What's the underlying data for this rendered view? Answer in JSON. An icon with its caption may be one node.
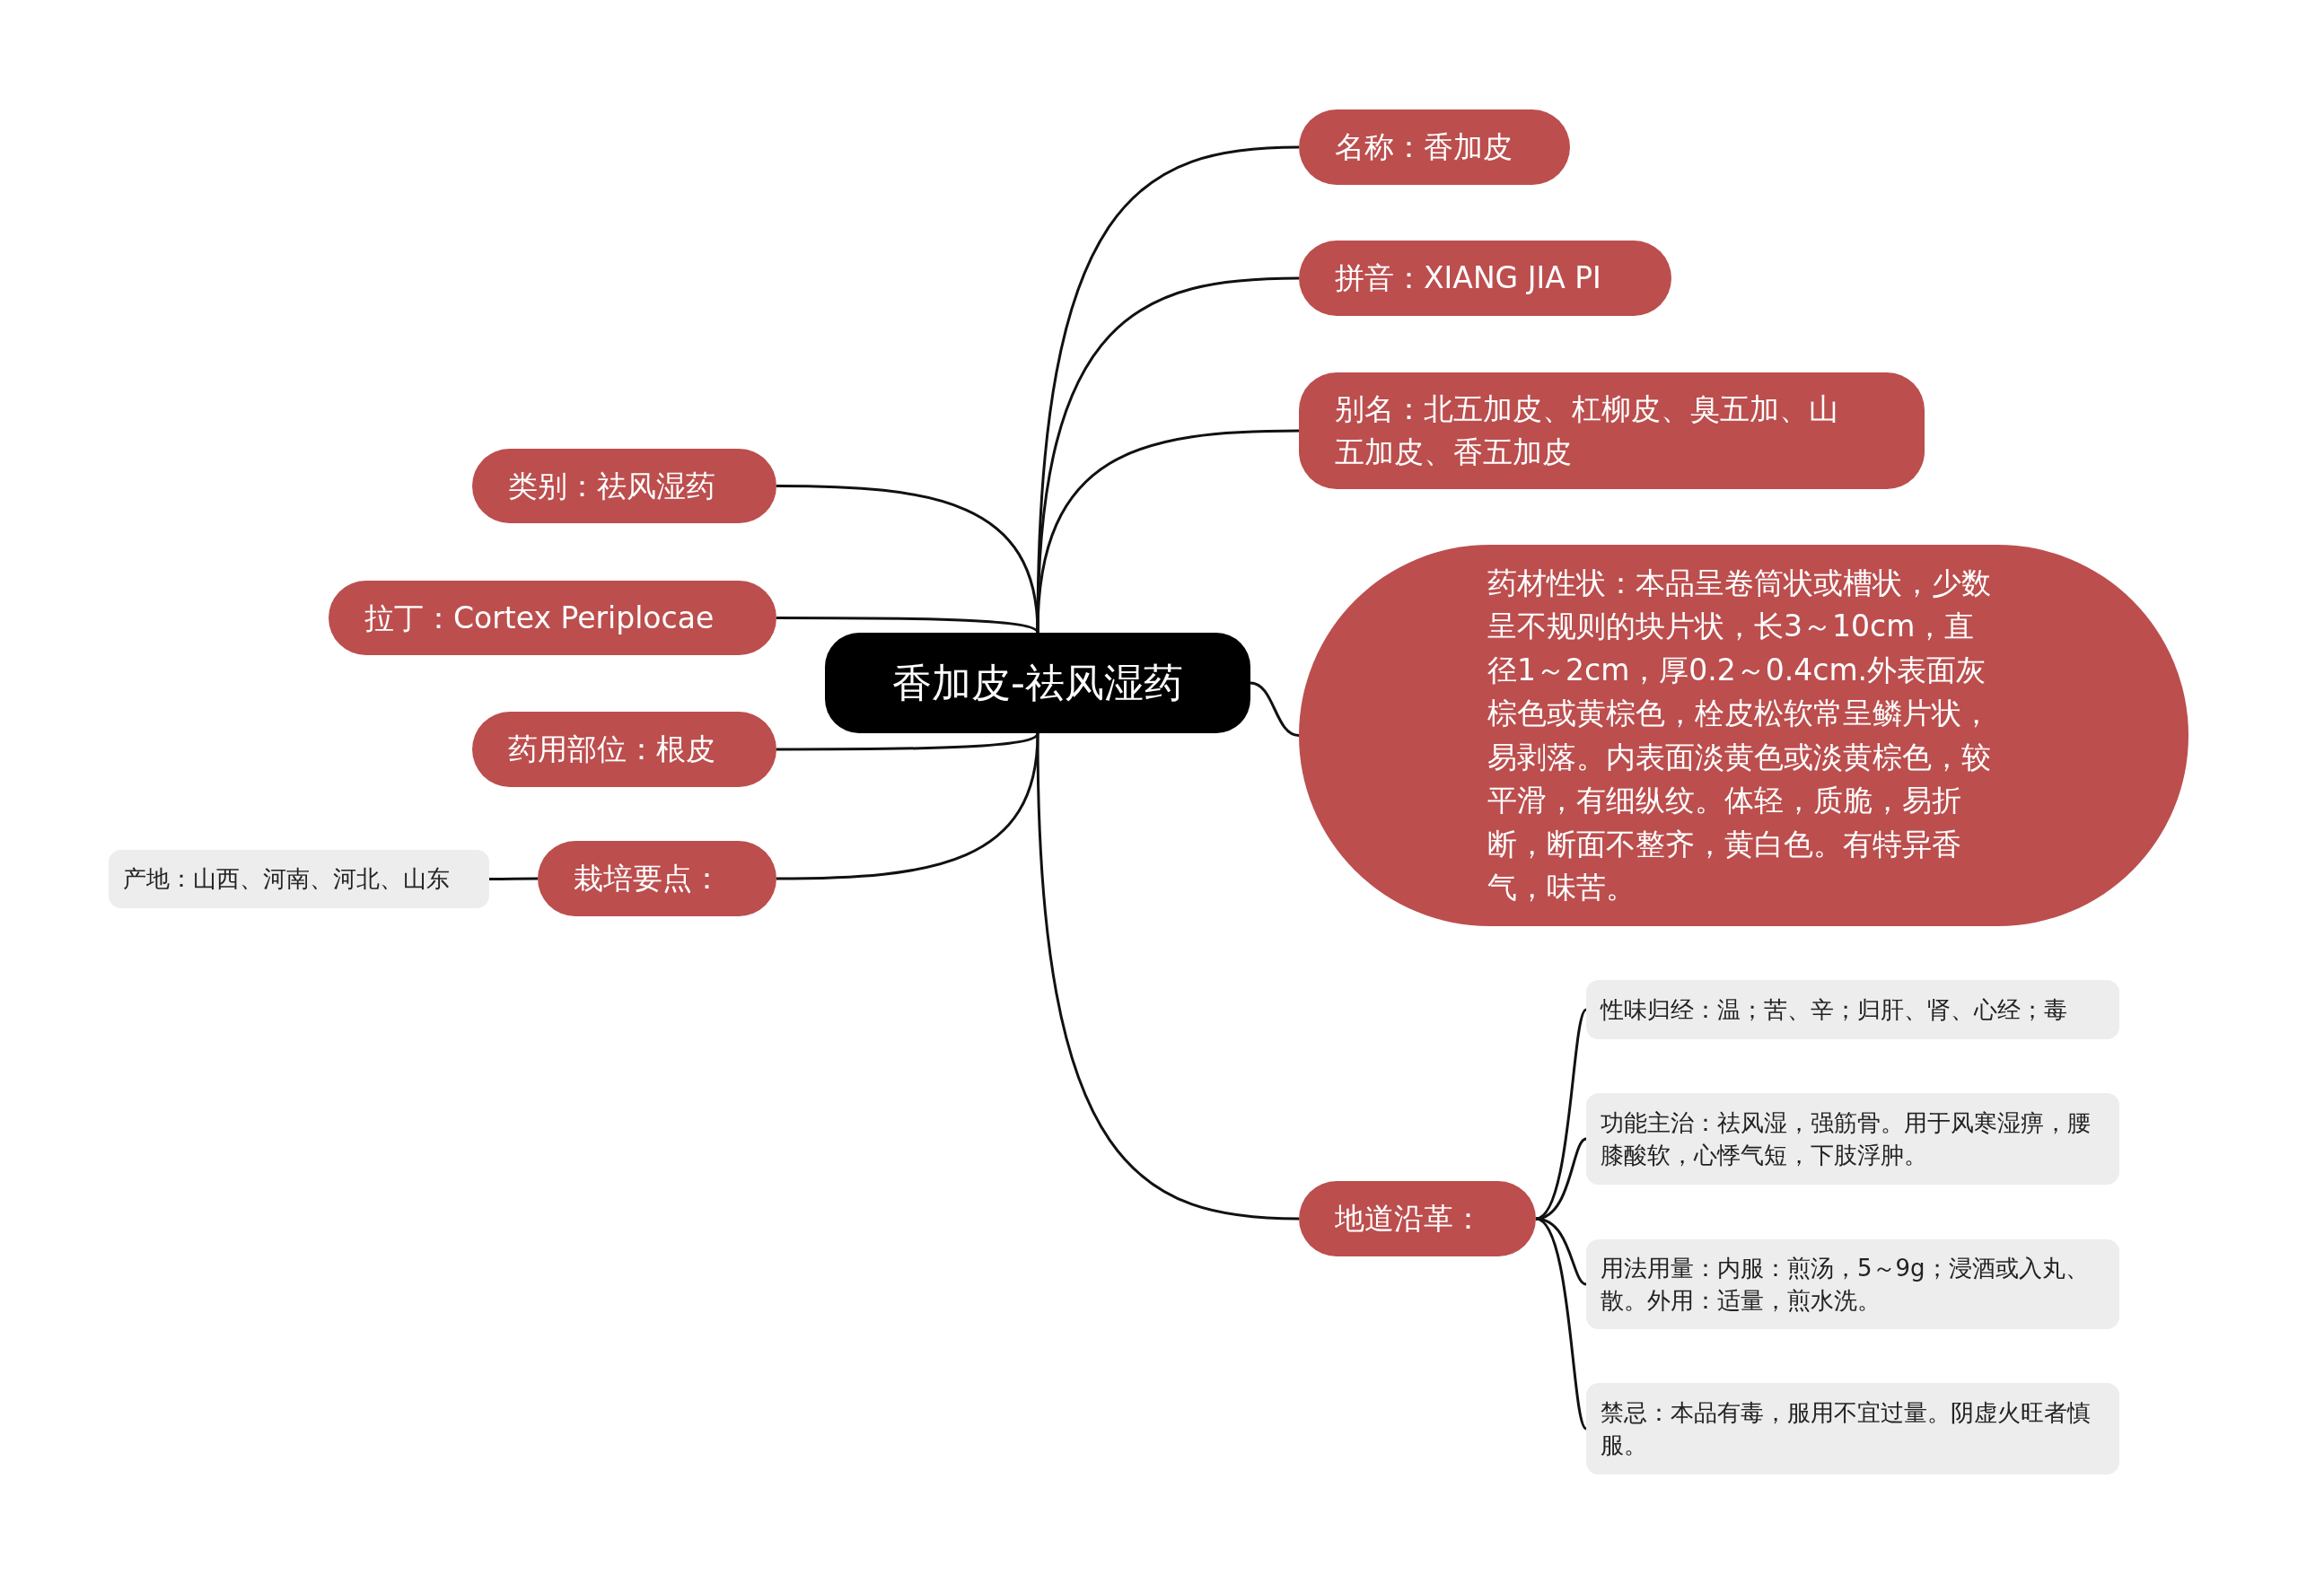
{
  "diagram": {
    "nodes": [
      {
        "text": [
          "香加皮-祛风湿药"
        ]
      },
      {
        "text": [
          "名称：香加皮"
        ]
      },
      {
        "text": [
          "拼音：XIANG JIA PI"
        ]
      },
      {
        "text": [
          "别名：北五加皮、杠柳皮、臭五加、山五加皮、香五加皮"
        ]
      },
      {
        "text": [
          "药材性状：本品呈卷筒状或槽状，少数呈不规则的块片状，长3～10cm，直径1～2cm，厚0.2～0.4cm.外表面灰棕色或黄棕色，栓皮松软常呈鳞片状，易剥落。内表面淡黄色或淡黄棕色，较平滑，有细纵纹。体轻，质脆，易折断，断面不整齐，黄白色。有特异香气，味苦。"
        ]
      },
      {
        "text": [
          "地道沿革："
        ]
      },
      {
        "text": [
          "性味归经：温；苦、辛；归肝、肾、心经；毒"
        ]
      },
      {
        "text": [
          "功能主治：祛风湿，强筋骨。用于风寒湿痹，腰膝酸软，心悸气短，下肢浮肿。"
        ]
      },
      {
        "text": [
          "用法用量：内服：煎汤，5～9g；浸酒或入丸、散。外用：适量，煎水洗。"
        ]
      },
      {
        "text": [
          "禁忌：本品有毒，服用不宜过量。阴虚火旺者慎服。"
        ]
      },
      {
        "text": [
          "类别：祛风湿药"
        ]
      },
      {
        "text": [
          "拉丁：Cortex Periplocae"
        ]
      },
      {
        "text": [
          "药用部位：根皮"
        ]
      },
      {
        "text": [
          "栽培要点："
        ]
      },
      {
        "text": [
          "产地：山西、河南、河北、山东"
        ]
      }
    ],
    "edges": [
      {
        "from": 0,
        "to": 1,
        "arrow": "none"
      },
      {
        "from": 0,
        "to": 2,
        "arrow": "none"
      },
      {
        "from": 0,
        "to": 3,
        "arrow": "none"
      },
      {
        "from": 0,
        "to": 4,
        "arrow": "none"
      },
      {
        "from": 0,
        "to": 5,
        "arrow": "none"
      },
      {
        "from": 5,
        "to": 6,
        "arrow": "none"
      },
      {
        "from": 5,
        "to": 7,
        "arrow": "none"
      },
      {
        "from": 5,
        "to": 8,
        "arrow": "none"
      },
      {
        "from": 5,
        "to": 9,
        "arrow": "none"
      },
      {
        "from": 0,
        "to": 10,
        "arrow": "none"
      },
      {
        "from": 0,
        "to": 11,
        "arrow": "none"
      },
      {
        "from": 0,
        "to": 12,
        "arrow": "none"
      },
      {
        "from": 0,
        "to": 13,
        "arrow": "none"
      },
      {
        "from": 13,
        "to": 14,
        "arrow": "none"
      }
    ]
  }
}
